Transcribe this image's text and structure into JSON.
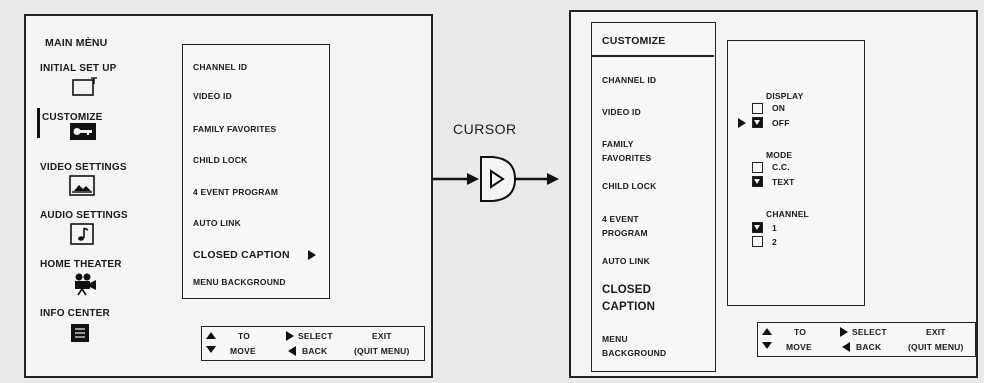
{
  "main_menu": {
    "title": "MAIN MÈNU",
    "items": [
      {
        "label": "INITIAL SET UP",
        "icon": "tv-icon"
      },
      {
        "label": "CUSTOMIZE",
        "icon": "key-icon"
      },
      {
        "label": "VIDEO SETTINGS",
        "icon": "monitor-icon"
      },
      {
        "label": "AUDIO SETTINGS",
        "icon": "music-note-icon"
      },
      {
        "label": "HOME THEATER",
        "icon": "film-camera-icon"
      },
      {
        "label": "INFO CENTER",
        "icon": "info-icon"
      }
    ]
  },
  "submenu": {
    "items": [
      "CHANNEL ID",
      "VIDEO ID",
      "FAMILY FAVORITES",
      "CHILD LOCK",
      "4 EVENT PROGRAM",
      "AUTO LINK",
      "CLOSED CAPTION",
      "MENU BACKGROUND"
    ]
  },
  "legend_left": {
    "to": "TO",
    "move": "MOVE",
    "select": "SELECT",
    "back": "BACK",
    "exit": "EXIT",
    "quit": "(QUIT MENU)"
  },
  "cursor": {
    "label": "CURSOR"
  },
  "customize": {
    "title": "CUSTOMIZE",
    "items": [
      "CHANNEL ID",
      "VIDEO ID",
      "FAMILY FAVORITES",
      "CHILD LOCK",
      "4 EVENT PROGRAM",
      "AUTO LINK",
      "CLOSED CAPTION",
      "MENU BACKGROUND"
    ]
  },
  "options": {
    "display": {
      "title": "DISPLAY",
      "on": "ON",
      "off": "OFF"
    },
    "mode": {
      "title": "MODE",
      "cc": "C.C.",
      "text": "TEXT"
    },
    "channel": {
      "title": "CHANNEL",
      "one": "1",
      "two": "2"
    }
  },
  "legend_right": {
    "to": "TO",
    "move": "MOVE",
    "select": "SELECT",
    "back": "BACK",
    "exit": "EXIT",
    "quit": "(QUIT MENU)"
  }
}
